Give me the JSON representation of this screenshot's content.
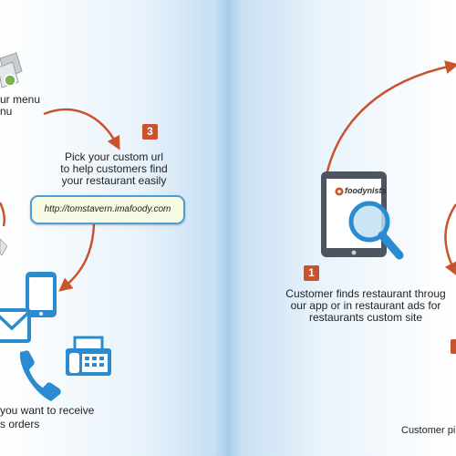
{
  "step_badges": [
    "3",
    "1"
  ],
  "menu_label_lines": [
    "ur menu",
    "nu"
  ],
  "step3_lines": [
    "Pick your custom url",
    "to help customers find",
    "your restaurant easily"
  ],
  "url_example": "http://tomstavern.imafoody.com",
  "receive_lines": [
    "you want to receive",
    "s orders"
  ],
  "step1_lines": [
    "Customer finds restaurant throug",
    "our app or in restaurant ads for",
    "restaurants custom site"
  ],
  "brand_logo_text": "foodynista",
  "bottom_caption": "Customer pi",
  "colors": {
    "arrow": "#c8532d",
    "badge": "#c8532d",
    "icon_blue": "#2a8bd0",
    "url_border": "#4d9ed3"
  },
  "icons": [
    "menu-card-icon",
    "tablet-icon",
    "mail-icon",
    "phone-icon",
    "fax-icon",
    "magnifier-icon",
    "foodynista-logo-icon"
  ]
}
